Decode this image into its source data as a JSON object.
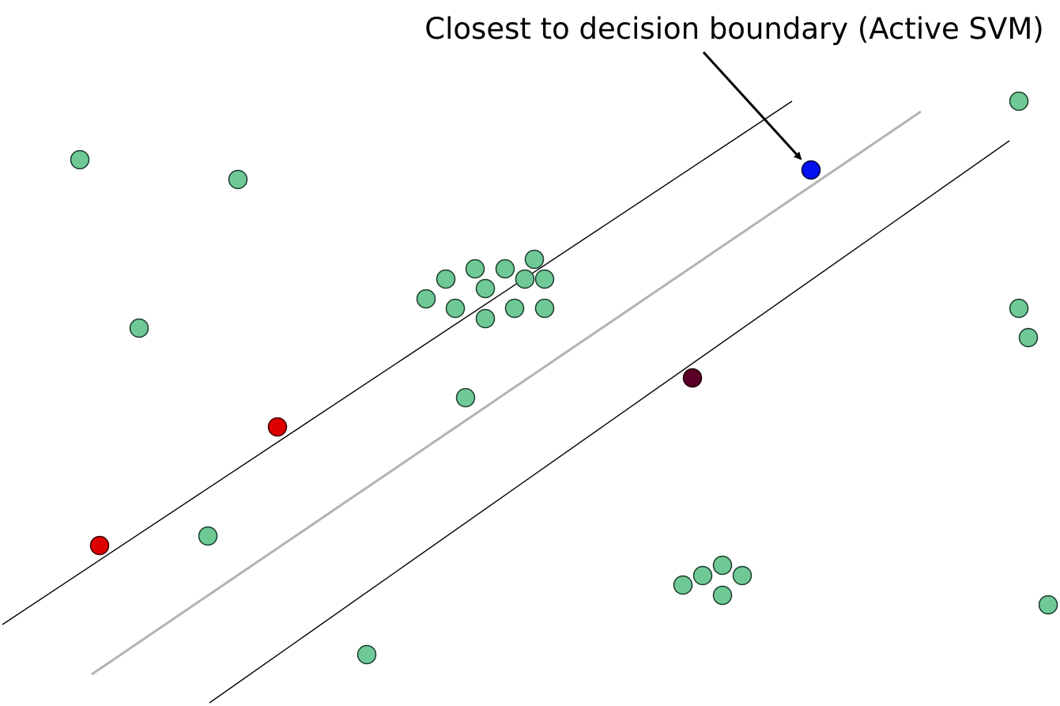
{
  "annotation": {
    "label": "Closest to decision boundary (Active SVM)"
  },
  "colors": {
    "unlabeled": "#6fc996",
    "positive": "#dd0000",
    "negative": "#5a0028",
    "selected": "#0010ee",
    "outline": "#1a3a2a",
    "boundary": "#b3b3b3",
    "margin": "#000000"
  },
  "legend": {
    "unlabeled_icon": "green-point",
    "labeled_icon": "red-point",
    "selected_icon": "blue-point"
  }
}
